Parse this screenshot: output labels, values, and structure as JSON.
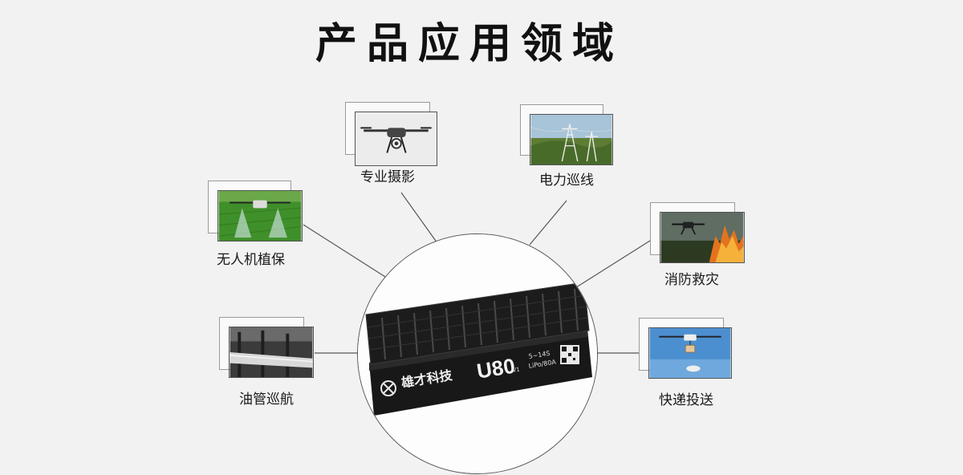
{
  "page": {
    "title": "产品应用领域"
  },
  "product": {
    "brand": "雄才科技",
    "model": "U80",
    "version": "V1",
    "spec_cells": "5~14S",
    "spec_battery": "LiPo/80A"
  },
  "applications": [
    {
      "label": "专业摄影",
      "icon": "camera-drone-image"
    },
    {
      "label": "电力巡线",
      "icon": "power-line-image"
    },
    {
      "label": "无人机植保",
      "icon": "crop-spraying-image"
    },
    {
      "label": "消防救灾",
      "icon": "firefighting-image"
    },
    {
      "label": "油管巡航",
      "icon": "pipeline-image"
    },
    {
      "label": "快递投送",
      "icon": "delivery-drone-image"
    }
  ]
}
